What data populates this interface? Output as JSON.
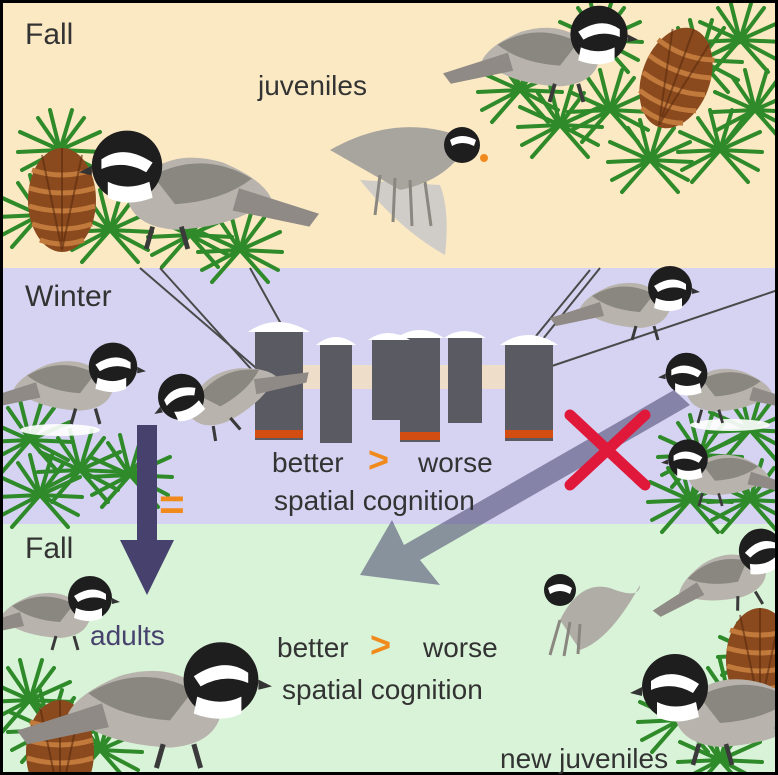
{
  "panels": {
    "fall_top": {
      "title": "Fall",
      "label": "juveniles",
      "bg": "#fbe9c3"
    },
    "winter": {
      "title": "Winter",
      "bg": "#d6d3f2"
    },
    "fall_bottom": {
      "title": "Fall",
      "bg": "#d9f3d8"
    }
  },
  "winter_text": {
    "better": "better",
    "symbol": ">",
    "worse": "worse",
    "caption": "spatial cognition"
  },
  "fall_text": {
    "adults": "adults",
    "better": "better",
    "symbol": ">",
    "worse": "worse",
    "caption": "spatial cognition",
    "new_juveniles": "new juveniles"
  },
  "equal_symbol": "=",
  "colors": {
    "arrow": "#46426d",
    "accent_orange": "#f08a1c",
    "cross_red": "#e0183a",
    "border": "#000000"
  },
  "icons": [
    "bird-icon",
    "pine-cone-icon",
    "pine-branch-icon",
    "feeder-array-icon",
    "down-arrow-icon",
    "cross-icon"
  ]
}
